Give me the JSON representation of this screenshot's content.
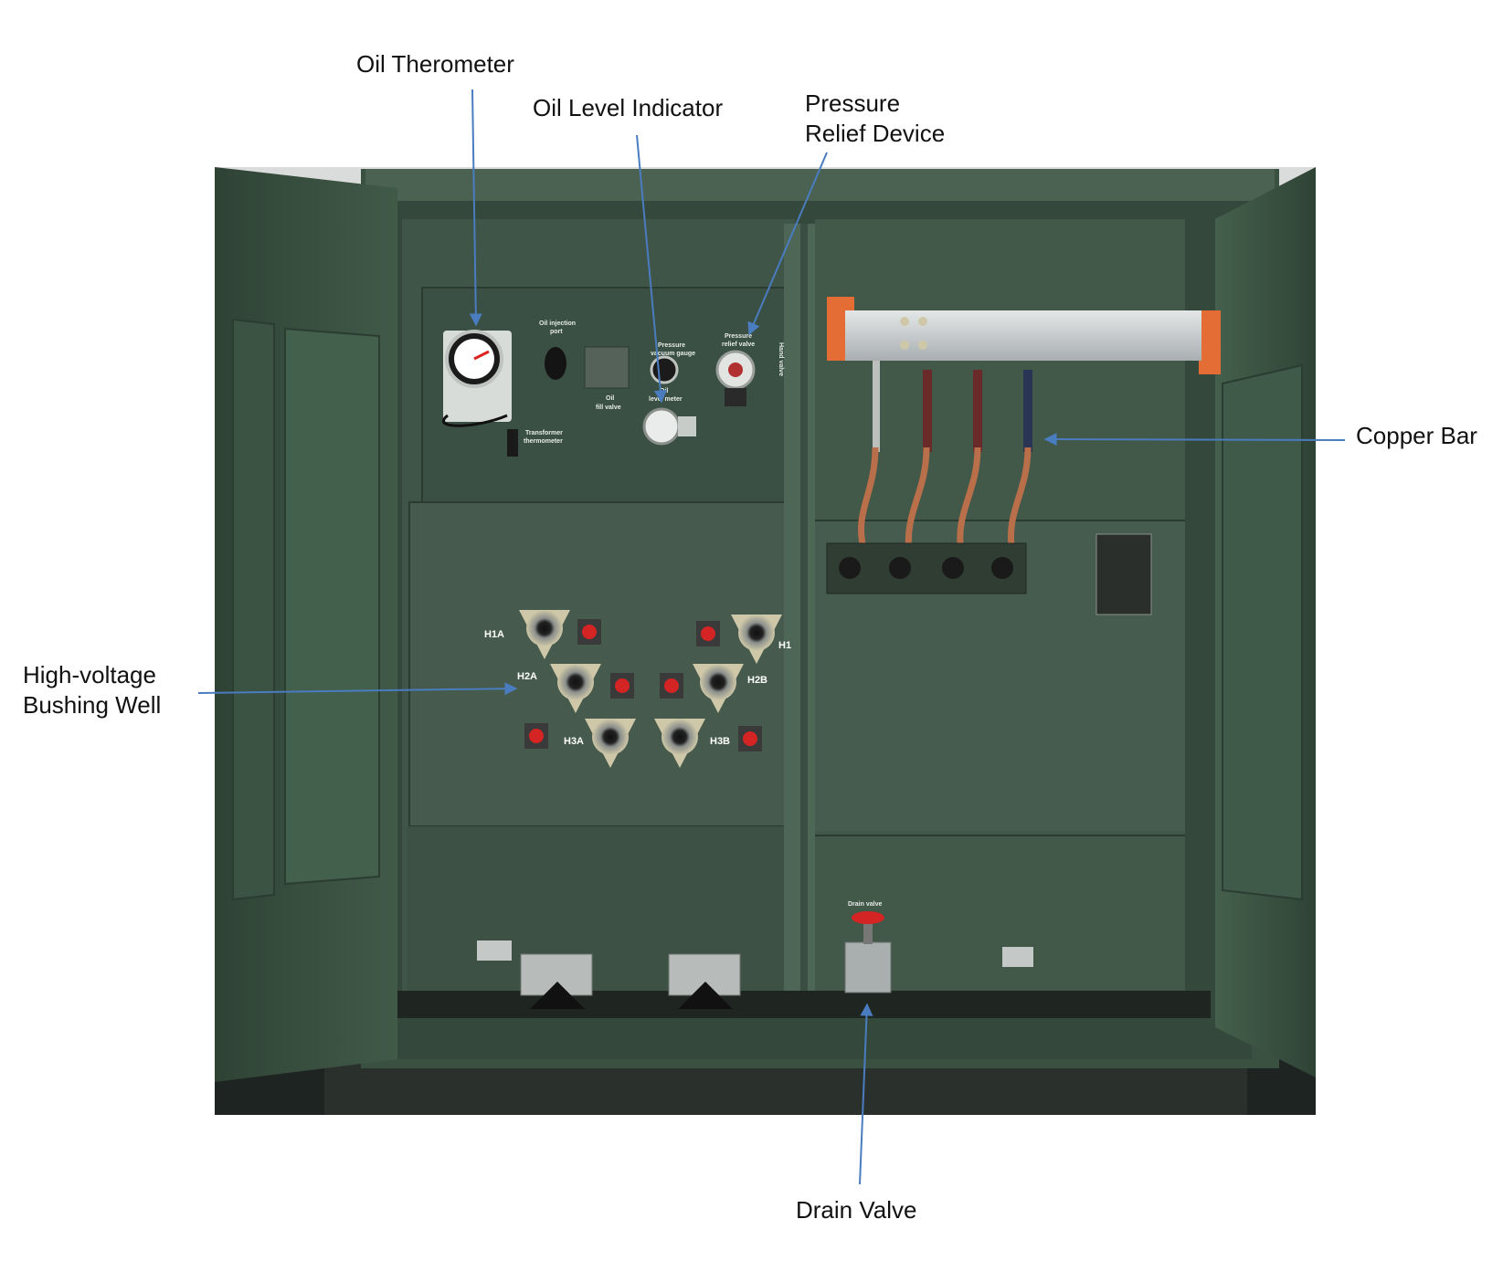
{
  "labels": {
    "oil_thermometer": "Oil Therometer",
    "oil_level_indicator": "Oil Level Indicator",
    "pressure_relief_line1": "Pressure",
    "pressure_relief_line2": "Relief Device",
    "copper_bar": "Copper Bar",
    "hv_bushing_line1": "High-voltage",
    "hv_bushing_line2": "Bushing Well",
    "drain_valve": "Drain Valve"
  },
  "panel_text": {
    "oil_injection_port_1": "Oil injection",
    "oil_injection_port_2": "port",
    "pressure_vacuum_gauge_1": "Pressure",
    "pressure_vacuum_gauge_2": "vacuum gauge",
    "oil_fill_valve_1": "Oil",
    "oil_fill_valve_2": "fill valve",
    "oil_level_meter_1": "Oil",
    "oil_level_meter_2": "level meter",
    "pressure_relief_valve_1": "Pressure",
    "pressure_relief_valve_2": "relief valve",
    "hand_valve": "Hand valve",
    "transformer_thermometer_1": "Transformer",
    "transformer_thermometer_2": "thermometer",
    "drain_valve_small": "Drain valve"
  },
  "bushings": {
    "h1a": "H1A",
    "h1b": "H1",
    "h2a": "H2A",
    "h2b": "H2B",
    "h3a": "H3A",
    "h3b": "H3B"
  },
  "colors": {
    "cabinet_green": "#3d5444",
    "panel_green": "#44594b",
    "leader_blue": "#4a7cc0",
    "copper": "#b86f4a",
    "cap_red": "#d42424"
  }
}
